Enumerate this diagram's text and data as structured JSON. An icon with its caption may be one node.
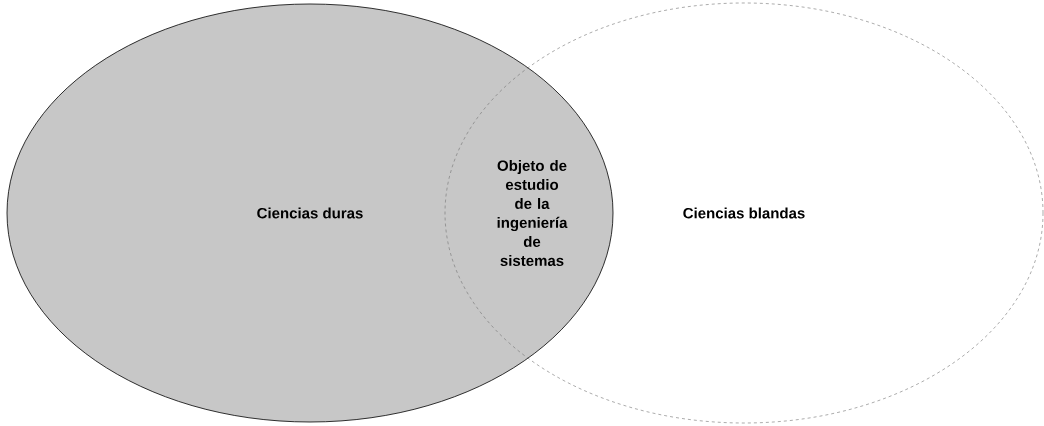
{
  "diagram": {
    "nodes": [
      {
        "text": [
          "Ciencias duras"
        ]
      },
      {
        "text": [
          "Ciencias blandas"
        ]
      },
      {
        "text": [
          "Objeto de estudio de la ingeniería de sistemas"
        ]
      }
    ]
  }
}
